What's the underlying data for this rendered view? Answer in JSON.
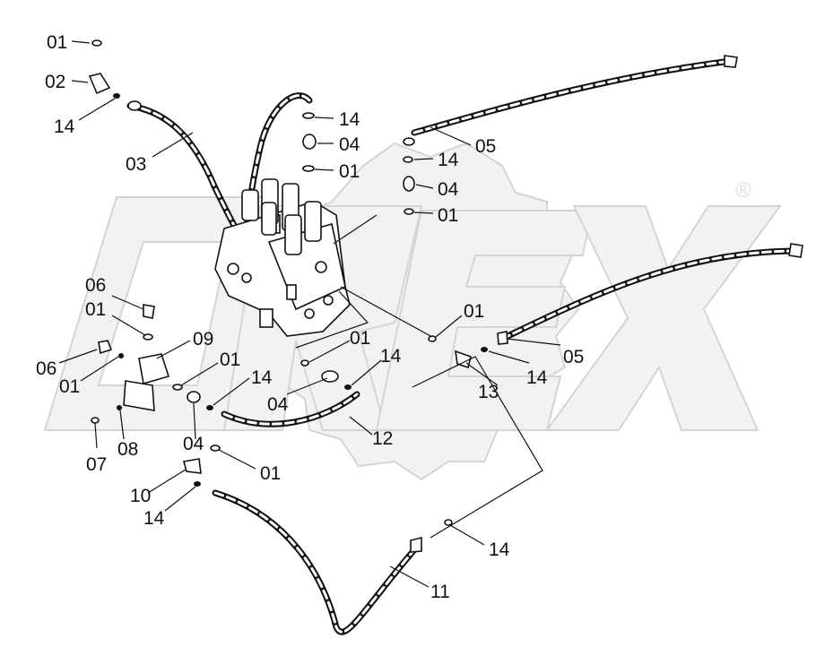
{
  "watermark": {
    "text": "OREX"
  },
  "labels": [
    {
      "id": "l-01-a",
      "text": "01"
    },
    {
      "id": "l-02",
      "text": "02"
    },
    {
      "id": "l-14-a",
      "text": "14"
    },
    {
      "id": "l-03",
      "text": "03"
    },
    {
      "id": "l-14-b",
      "text": "14"
    },
    {
      "id": "l-04-a",
      "text": "04"
    },
    {
      "id": "l-01-b",
      "text": "01"
    },
    {
      "id": "l-05-a",
      "text": "05"
    },
    {
      "id": "l-14-c",
      "text": "14"
    },
    {
      "id": "l-04-b",
      "text": "04"
    },
    {
      "id": "l-01-c",
      "text": "01"
    },
    {
      "id": "l-06-a",
      "text": "06"
    },
    {
      "id": "l-01-d",
      "text": "01"
    },
    {
      "id": "l-09",
      "text": "09"
    },
    {
      "id": "l-06-b",
      "text": "06"
    },
    {
      "id": "l-01-e",
      "text": "01"
    },
    {
      "id": "l-01-f",
      "text": "01"
    },
    {
      "id": "l-01-g",
      "text": "01"
    },
    {
      "id": "l-01-h",
      "text": "01"
    },
    {
      "id": "l-14-d",
      "text": "14"
    },
    {
      "id": "l-14-e",
      "text": "14"
    },
    {
      "id": "l-04-c",
      "text": "04"
    },
    {
      "id": "l-13",
      "text": "13"
    },
    {
      "id": "l-14-f",
      "text": "14"
    },
    {
      "id": "l-05-b",
      "text": "05"
    },
    {
      "id": "l-12",
      "text": "12"
    },
    {
      "id": "l-04-d",
      "text": "04"
    },
    {
      "id": "l-07",
      "text": "07"
    },
    {
      "id": "l-08",
      "text": "08"
    },
    {
      "id": "l-01-i",
      "text": "01"
    },
    {
      "id": "l-10",
      "text": "10"
    },
    {
      "id": "l-14-g",
      "text": "14"
    },
    {
      "id": "l-14-h",
      "text": "14"
    },
    {
      "id": "l-11",
      "text": "11"
    }
  ]
}
